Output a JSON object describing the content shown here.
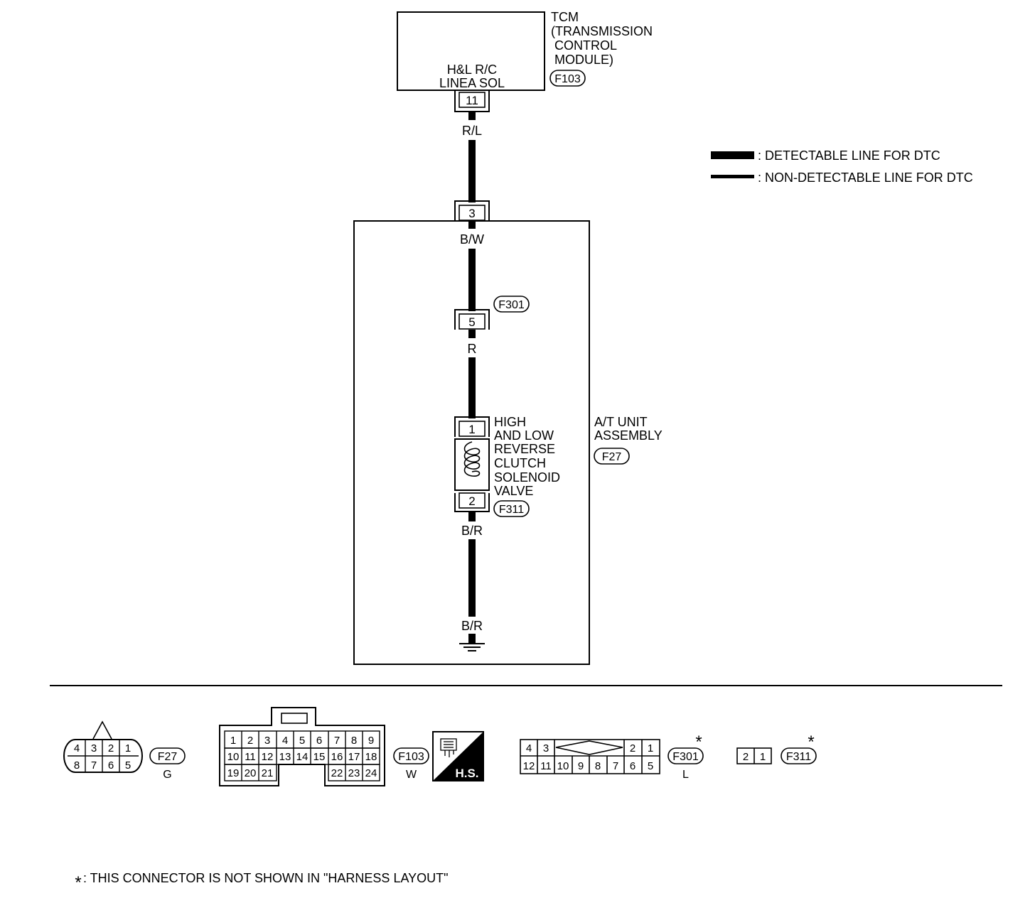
{
  "tcm": {
    "name_lines": [
      "TCM",
      "(TRANSMISSION",
      "CONTROL",
      "MODULE)"
    ],
    "connector": "F103",
    "terminal_label_lines": [
      "H&L R/C",
      "LINEA SOL"
    ],
    "pin": "11"
  },
  "wires": {
    "tcm_to_unit": "R/L",
    "unit_inner": "B/W",
    "to_solenoid": "R",
    "from_solenoid": "B/R",
    "ground": "B/R"
  },
  "at_unit": {
    "name_lines": [
      "A/T UNIT",
      "ASSEMBLY"
    ],
    "connector": "F27",
    "pin": "3"
  },
  "junction": {
    "connector": "F301",
    "pin": "5"
  },
  "solenoid": {
    "name_lines": [
      "HIGH",
      "AND LOW",
      "REVERSE",
      "CLUTCH",
      "SOLENOID",
      "VALVE"
    ],
    "connector": "F311",
    "pin_top": "1",
    "pin_bottom": "2"
  },
  "legend": {
    "detectable": ": DETECTABLE LINE FOR DTC",
    "non_detectable": ": NON-DETECTABLE LINE FOR DTC"
  },
  "connectors": {
    "f27": {
      "id": "F27",
      "color": "G",
      "row1": [
        "4",
        "3",
        "2",
        "1"
      ],
      "row2": [
        "8",
        "7",
        "6",
        "5"
      ]
    },
    "f103": {
      "id": "F103",
      "color": "W",
      "row1": [
        "1",
        "2",
        "3",
        "4",
        "5",
        "6",
        "7",
        "8",
        "9"
      ],
      "row2": [
        "10",
        "11",
        "12",
        "13",
        "14",
        "15",
        "16",
        "17",
        "18"
      ],
      "row3a": [
        "19",
        "20",
        "21"
      ],
      "row3b": [
        "22",
        "23",
        "24"
      ]
    },
    "hs": "H.S.",
    "f301": {
      "id": "F301",
      "color": "L",
      "mark": "*",
      "row1a": [
        "4",
        "3"
      ],
      "row1b": [
        "2",
        "1"
      ],
      "row2": [
        "12",
        "11",
        "10",
        "9",
        "8",
        "7",
        "6",
        "5"
      ]
    },
    "f311": {
      "id": "F311",
      "mark": "*",
      "row1": [
        "2",
        "1"
      ]
    }
  },
  "footnote": {
    "mark": "*",
    "text": ": THIS CONNECTOR IS NOT SHOWN IN \"HARNESS LAYOUT\""
  }
}
